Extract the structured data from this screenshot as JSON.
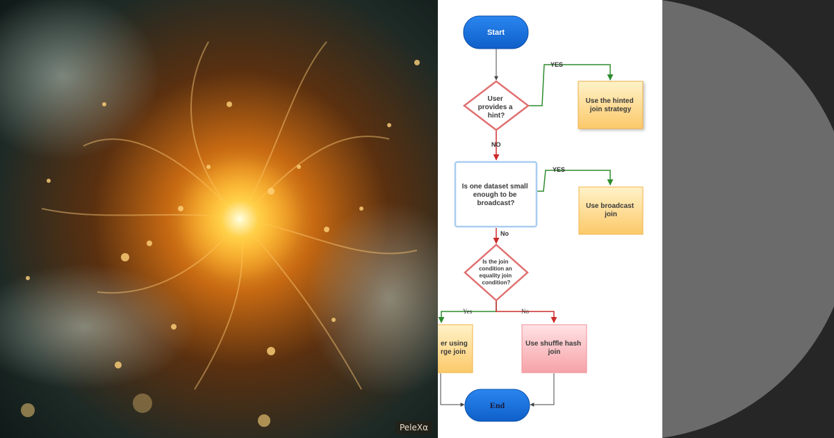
{
  "artwork": {
    "watermark": "PeleXα"
  },
  "flowchart": {
    "start": "Start",
    "end": "End",
    "decision_hint": [
      "User",
      "provides a",
      "hint?"
    ],
    "result_hinted": [
      "Use the hinted",
      "join strategy"
    ],
    "decision_broadcast": [
      "Is one dataset small",
      "enough to be",
      "broadcast?"
    ],
    "result_broadcast": [
      "Use broadcast",
      "join"
    ],
    "decision_equality": [
      "Is the join",
      "condition an",
      "equality join",
      "condition?"
    ],
    "result_sortmerge_partial": [
      "er using",
      "rge join"
    ],
    "result_shuffle": [
      "Use shuffle hash",
      "join"
    ],
    "labels": {
      "yes_hint": "YES",
      "no_hint": "NO",
      "yes_broadcast": "YES",
      "no_broadcast": "No",
      "yes_equality": "Yes",
      "no_equality": "No"
    }
  },
  "colors": {
    "terminal_blue": "#1670e0",
    "decision_border": "#e07070",
    "process_blue_border": "#a9cdf0",
    "result_orange": "#fcc96a",
    "result_pink": "#f6a3a8",
    "yes_green": "#2e8b2e",
    "no_red": "#cc2a2a"
  }
}
